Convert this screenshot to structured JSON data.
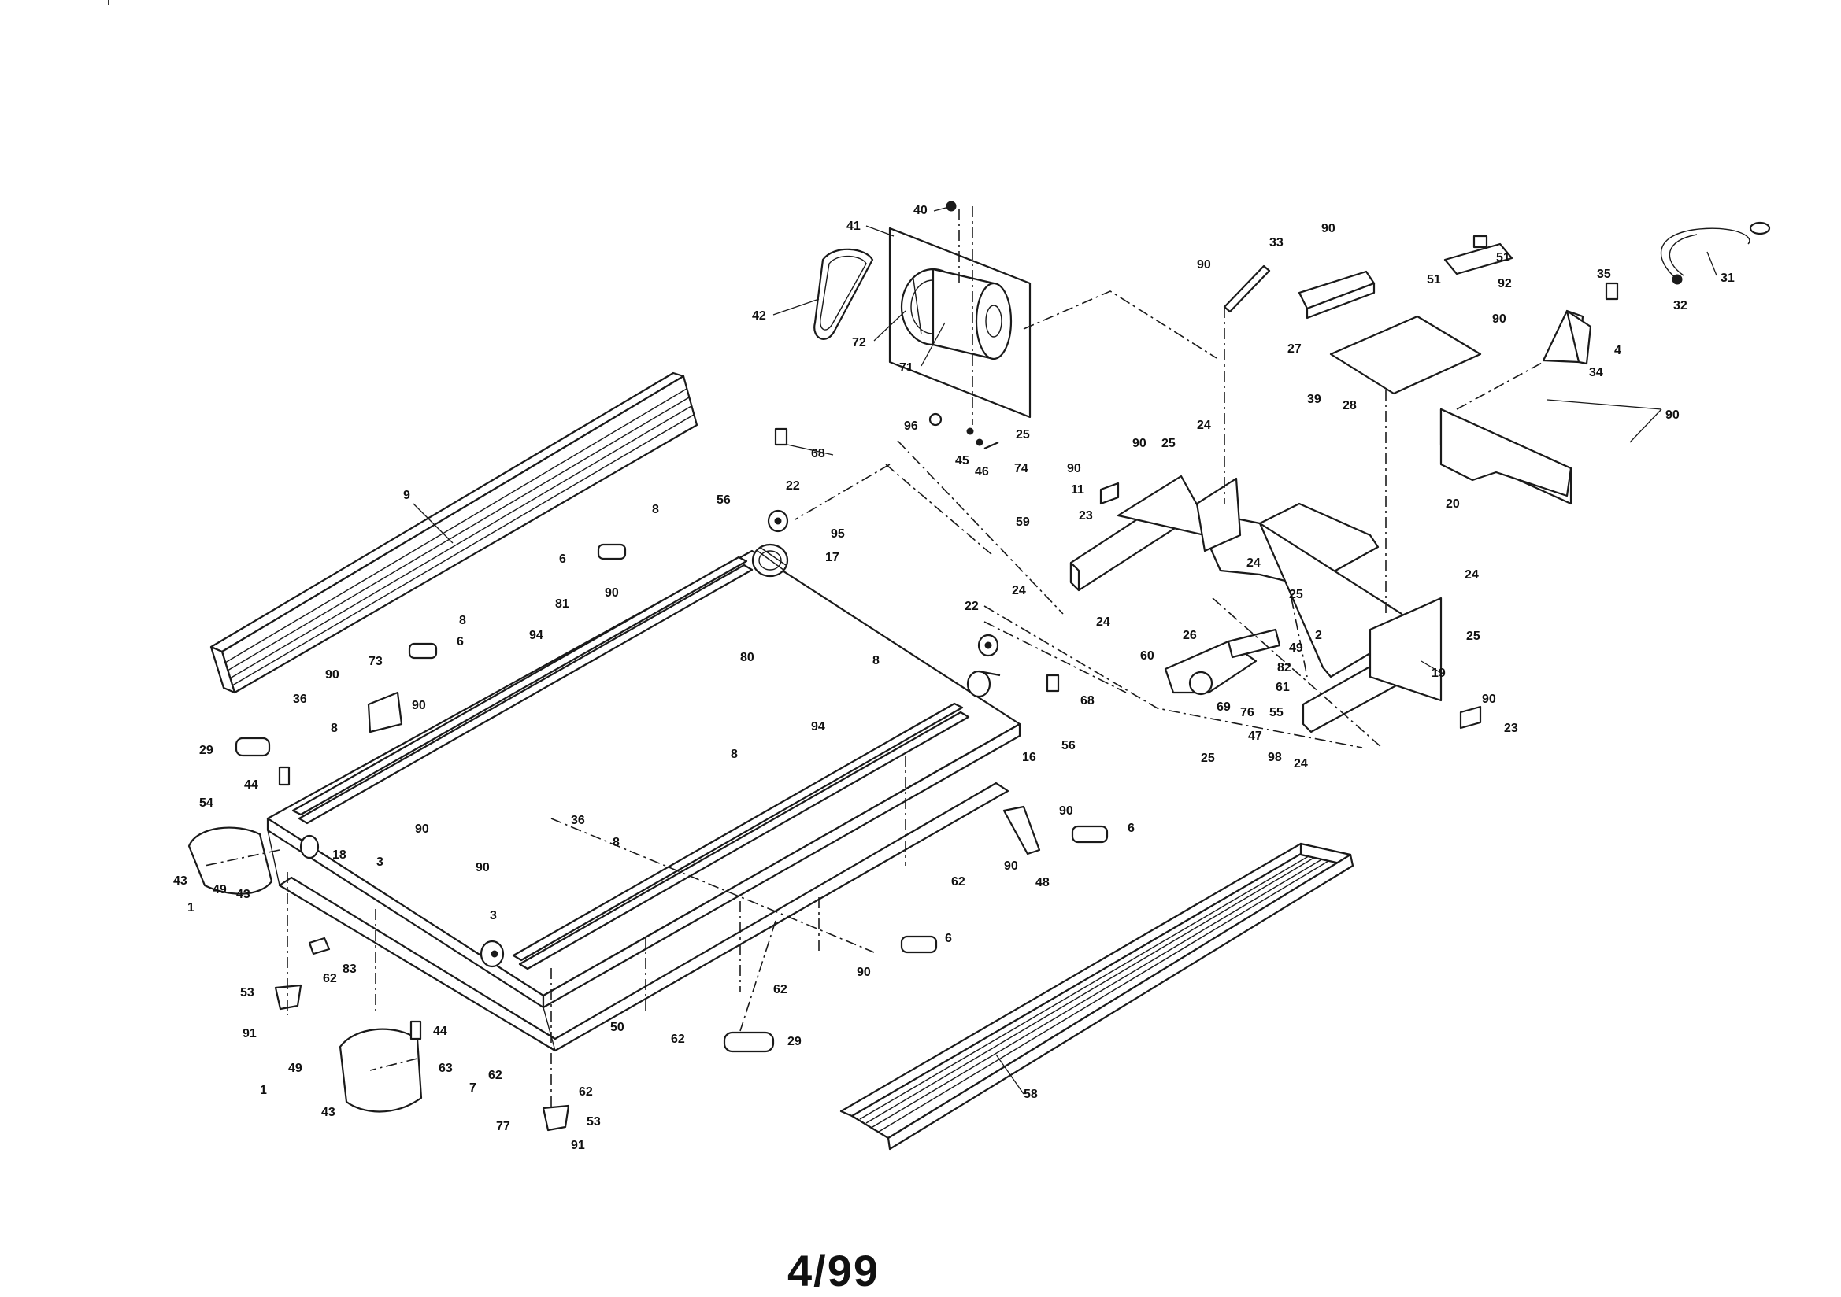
{
  "page_number": "4/99",
  "callouts": [
    {
      "id": "c40",
      "text": "40"
    },
    {
      "id": "c41",
      "text": "41"
    },
    {
      "id": "c42",
      "text": "42"
    },
    {
      "id": "c72",
      "text": "72"
    },
    {
      "id": "c71",
      "text": "71"
    },
    {
      "id": "c96",
      "text": "96"
    },
    {
      "id": "c45",
      "text": "45"
    },
    {
      "id": "c46",
      "text": "46"
    },
    {
      "id": "c25a",
      "text": "25"
    },
    {
      "id": "c9",
      "text": "9"
    },
    {
      "id": "c68a",
      "text": "68"
    },
    {
      "id": "c22a",
      "text": "22"
    },
    {
      "id": "c95",
      "text": "95"
    },
    {
      "id": "c17",
      "text": "17"
    },
    {
      "id": "c8a",
      "text": "8"
    },
    {
      "id": "c56a",
      "text": "56"
    },
    {
      "id": "c6a",
      "text": "6"
    },
    {
      "id": "c90a",
      "text": "90"
    },
    {
      "id": "c81",
      "text": "81"
    },
    {
      "id": "c8b",
      "text": "8"
    },
    {
      "id": "c94a",
      "text": "94"
    },
    {
      "id": "c80",
      "text": "80"
    },
    {
      "id": "c73",
      "text": "73"
    },
    {
      "id": "c6b",
      "text": "6"
    },
    {
      "id": "c90b",
      "text": "90"
    },
    {
      "id": "c90c",
      "text": "90"
    },
    {
      "id": "c36a",
      "text": "36"
    },
    {
      "id": "c8c",
      "text": "8"
    },
    {
      "id": "c29a",
      "text": "29"
    },
    {
      "id": "c44a",
      "text": "44"
    },
    {
      "id": "c54",
      "text": "54"
    },
    {
      "id": "c18",
      "text": "18"
    },
    {
      "id": "c3a",
      "text": "3"
    },
    {
      "id": "c90d",
      "text": "90"
    },
    {
      "id": "c43a",
      "text": "43"
    },
    {
      "id": "c49a",
      "text": "49"
    },
    {
      "id": "c43b",
      "text": "43"
    },
    {
      "id": "c1a",
      "text": "1"
    },
    {
      "id": "c8d",
      "text": "8"
    },
    {
      "id": "c22b",
      "text": "22"
    },
    {
      "id": "c8e",
      "text": "8"
    },
    {
      "id": "c94b",
      "text": "94"
    },
    {
      "id": "c68b",
      "text": "68"
    },
    {
      "id": "c56b",
      "text": "56"
    },
    {
      "id": "c16",
      "text": "16"
    },
    {
      "id": "c36b",
      "text": "36"
    },
    {
      "id": "c8f",
      "text": "8"
    },
    {
      "id": "c90e",
      "text": "90"
    },
    {
      "id": "c3b",
      "text": "3"
    },
    {
      "id": "c62a",
      "text": "62"
    },
    {
      "id": "c83",
      "text": "83"
    },
    {
      "id": "c53a",
      "text": "53"
    },
    {
      "id": "c91a",
      "text": "91"
    },
    {
      "id": "c49b",
      "text": "49"
    },
    {
      "id": "c1b",
      "text": "1"
    },
    {
      "id": "c43c",
      "text": "43"
    },
    {
      "id": "c44b",
      "text": "44"
    },
    {
      "id": "c63",
      "text": "63"
    },
    {
      "id": "c7",
      "text": "7"
    },
    {
      "id": "c77",
      "text": "77"
    },
    {
      "id": "c62b",
      "text": "62"
    },
    {
      "id": "c62c",
      "text": "62"
    },
    {
      "id": "c53b",
      "text": "53"
    },
    {
      "id": "c91b",
      "text": "91"
    },
    {
      "id": "c50",
      "text": "50"
    },
    {
      "id": "c62d",
      "text": "62"
    },
    {
      "id": "c62e",
      "text": "62"
    },
    {
      "id": "c29b",
      "text": "29"
    },
    {
      "id": "c62f",
      "text": "62"
    },
    {
      "id": "c90f",
      "text": "90"
    },
    {
      "id": "c6c",
      "text": "6"
    },
    {
      "id": "c90g",
      "text": "90"
    },
    {
      "id": "c6d",
      "text": "6"
    },
    {
      "id": "c90h",
      "text": "90"
    },
    {
      "id": "c48",
      "text": "48"
    },
    {
      "id": "c58",
      "text": "58"
    },
    {
      "id": "c74",
      "text": "74"
    },
    {
      "id": "c90i",
      "text": "90"
    },
    {
      "id": "c11",
      "text": "11"
    },
    {
      "id": "c59",
      "text": "59"
    },
    {
      "id": "c90j",
      "text": "90"
    },
    {
      "id": "c25b",
      "text": "25"
    },
    {
      "id": "c23a",
      "text": "23"
    },
    {
      "id": "c24a",
      "text": "24"
    },
    {
      "id": "c24b",
      "text": "24"
    },
    {
      "id": "c90k",
      "text": "90"
    },
    {
      "id": "c33",
      "text": "33"
    },
    {
      "id": "c90l",
      "text": "90"
    },
    {
      "id": "c27",
      "text": "27"
    },
    {
      "id": "c51a",
      "text": "51"
    },
    {
      "id": "c51b",
      "text": "51"
    },
    {
      "id": "c92",
      "text": "92"
    },
    {
      "id": "c31",
      "text": "31"
    },
    {
      "id": "c32",
      "text": "32"
    },
    {
      "id": "c35",
      "text": "35"
    },
    {
      "id": "c90m",
      "text": "90"
    },
    {
      "id": "c4",
      "text": "4"
    },
    {
      "id": "c34",
      "text": "34"
    },
    {
      "id": "c28",
      "text": "28"
    },
    {
      "id": "c39",
      "text": "39"
    },
    {
      "id": "c90n",
      "text": "90"
    },
    {
      "id": "c20",
      "text": "20"
    },
    {
      "id": "c24c",
      "text": "24"
    },
    {
      "id": "c24d",
      "text": "24"
    },
    {
      "id": "c25c",
      "text": "25"
    },
    {
      "id": "c24e",
      "text": "24"
    },
    {
      "id": "c60",
      "text": "60"
    },
    {
      "id": "c26",
      "text": "26"
    },
    {
      "id": "c25d",
      "text": "25"
    },
    {
      "id": "c49c",
      "text": "49"
    },
    {
      "id": "c2",
      "text": "2"
    },
    {
      "id": "c82",
      "text": "82"
    },
    {
      "id": "c61",
      "text": "61"
    },
    {
      "id": "c69",
      "text": "69"
    },
    {
      "id": "c76",
      "text": "76"
    },
    {
      "id": "c55",
      "text": "55"
    },
    {
      "id": "c47",
      "text": "47"
    },
    {
      "id": "c98",
      "text": "98"
    },
    {
      "id": "c24f",
      "text": "24"
    },
    {
      "id": "c25e",
      "text": "25"
    },
    {
      "id": "c19",
      "text": "19"
    },
    {
      "id": "c90o",
      "text": "90"
    },
    {
      "id": "c23b",
      "text": "23"
    }
  ]
}
